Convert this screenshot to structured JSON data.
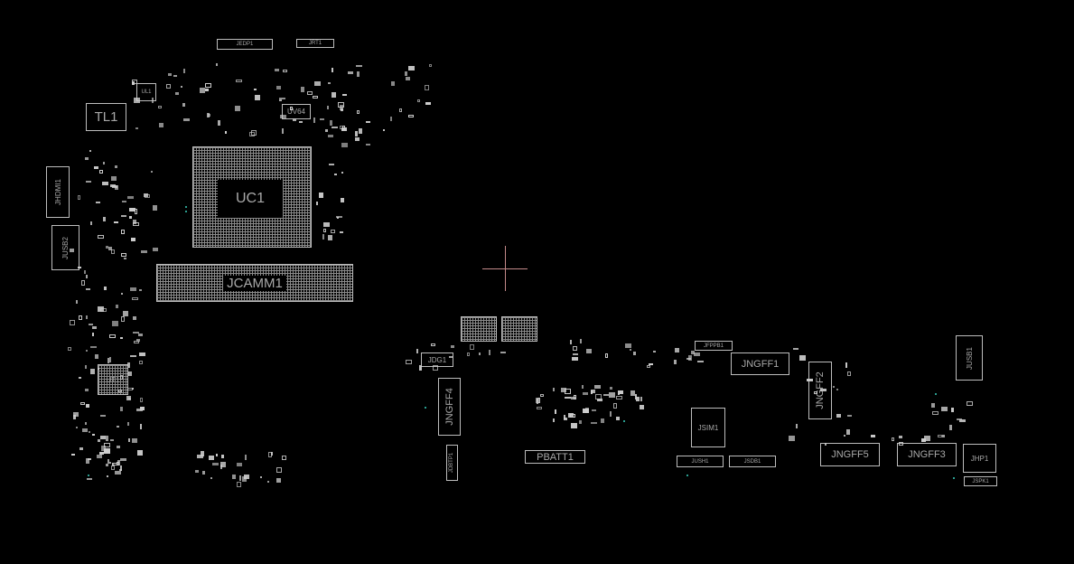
{
  "board": {
    "components": {
      "JEDP1": "JEDP1",
      "JRT1": "JRT1",
      "UL1": "UL1",
      "TL1": "TL1",
      "UV64": "UV64",
      "UC1": "UC1",
      "JHDMI1": "JHDMI1",
      "JUSB2": "JUSB2",
      "JCAMM1": "JCAMM1",
      "UT1": "UT1",
      "JDG1": "JDG1",
      "JNGFF4": "JNGFF4",
      "JDBTP1": "JDBTP1",
      "PBATT1": "PBATT1",
      "JSIM1": "JSIM1",
      "JUSH1": "JUSH1",
      "JSDB1": "JSDB1",
      "JNGFF1": "JNGFF1",
      "JFPPB1": "JFPPB1",
      "JNGFF2": "JNGFF2",
      "JNGFF5": "JNGFF5",
      "JNGFF3": "JNGFF3",
      "JUSB1": "JUSB1",
      "JHP1": "JHP1",
      "JSPK1": "JSPK1"
    },
    "colors": {
      "background": "#000000",
      "outline": "#bdbdbd",
      "cursor": "#c48a8a",
      "net": "#2a9d8f"
    }
  }
}
